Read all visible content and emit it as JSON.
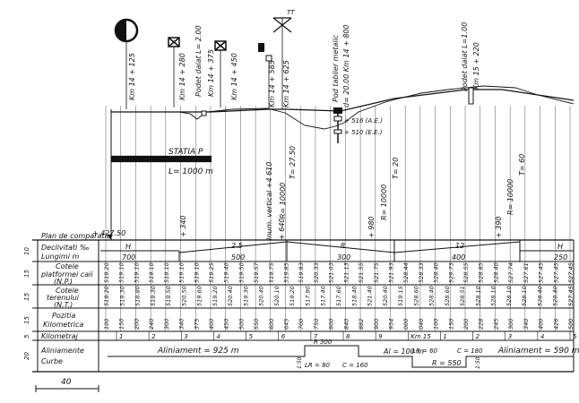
{
  "top_labels": [
    {
      "text": "Km 14 + 125",
      "name": "km-14-125"
    },
    {
      "text": "Km 14 + 280",
      "name": "km-14-280"
    },
    {
      "text": "Podet dalat  L= 2.00",
      "name": "podet-dalat-1"
    },
    {
      "text": "Km 14 + 375",
      "name": "km-14-375"
    },
    {
      "text": "Km 14 + 450",
      "name": "km-14-450"
    },
    {
      "text": "Km 14 + 585",
      "name": "km-14-585"
    },
    {
      "text": "Km 14 + 625",
      "name": "km-14-625"
    },
    {
      "text": "Pod tablier metalic",
      "name": "pod-tablier"
    },
    {
      "text": "d= 20.00  Km 14 + 800",
      "name": "pod-tablier-km"
    },
    {
      "text": "Podet dalat  L=1.00",
      "name": "podet-dalat-2"
    },
    {
      "text": "Km 15 + 220",
      "name": "km-15-220"
    }
  ],
  "symbol_tt": "TT",
  "station": {
    "label": "STATIA  P",
    "length": "L= 1000 m"
  },
  "bridge_marks": [
    "+ 516 (A.E.)",
    "+ 510 (E.E.)"
  ],
  "profile_labels": [
    {
      "text": "+ 427.50",
      "name": "pk-427"
    },
    {
      "text": "+ 340",
      "name": "pk-340"
    },
    {
      "text": "Inum. vertical  +4 610",
      "name": "inum-vertical"
    },
    {
      "text": "+ 640",
      "name": "pk-640"
    },
    {
      "text": "T= 27.50",
      "name": "t-2750"
    },
    {
      "text": "R= 10000",
      "name": "r-10000-a"
    },
    {
      "text": "+ 980",
      "name": "pk-980"
    },
    {
      "text": "R= 10000",
      "name": "r-10000-b"
    },
    {
      "text": "T= 20",
      "name": "t-20"
    },
    {
      "text": "+ 390",
      "name": "pk-390"
    },
    {
      "text": "R= 10000",
      "name": "r-10000-c"
    },
    {
      "text": "T= 60",
      "name": "t-60"
    }
  ],
  "row_labels": {
    "plan": "Plan de comparatie",
    "decliv": "Declivitati ‰",
    "lungimi": "Lungimi  m",
    "cotele_pl": "Cotele",
    "cotele_pl2": "platformei caii",
    "cotele_pl3": "(N.P.)",
    "cotele_t": "Cotele",
    "cotele_t2": "terenului",
    "cotele_t3": "(N.T.)",
    "poz": "Pozitia",
    "poz2": "Kilometrica",
    "km": "Kilometraj",
    "al": "Aliniamente",
    "curbe": "Curbe"
  },
  "row_heights": [
    "10",
    "15",
    "15",
    "15",
    "5",
    "20"
  ],
  "declivities": [
    {
      "sign": "H",
      "value": "700",
      "len": "700"
    },
    {
      "sign": "2.5",
      "value": "",
      "len": "500"
    },
    {
      "sign": "8",
      "value": "",
      "len": "300"
    },
    {
      "sign": "12",
      "value": "",
      "len": "400"
    },
    {
      "sign": "H",
      "value": "",
      "len": "250"
    }
  ],
  "np": [
    "519.20",
    "519.10",
    "519.10",
    "519.10",
    "519.10",
    "519.10",
    "519.10",
    "519.25",
    "519.40",
    "519.50",
    "519.57",
    "519.75",
    "519.85",
    "519.93",
    "520.33",
    "521.03",
    "521.13",
    "521.55",
    "521.75",
    "521.93",
    "528.44",
    "528.33",
    "528.40",
    "529.73",
    "528.55",
    "528.85",
    "528.40",
    "527.74",
    "527.61",
    "527.45",
    "527.45",
    "527.45"
  ],
  "nt": [
    "519.20",
    "519.30",
    "518.80",
    "519.30",
    "519.50",
    "520.50",
    "519.60",
    "519.20",
    "520.40",
    "519.30",
    "520.40",
    "520.10",
    "519.20",
    "517.90",
    "517.40",
    "517.60",
    "518.40",
    "521.40",
    "520.40",
    "519.15",
    "528.60",
    "528.40",
    "528.60",
    "528.51",
    "528.10",
    "528.10",
    "528.10",
    "528.10",
    "528.40",
    "528.40",
    "527.45"
  ],
  "poz_km": [
    "100",
    "150",
    "200",
    "240",
    "300",
    "340",
    "375",
    "400",
    "450",
    "500",
    "550",
    "600",
    "645",
    "700",
    "750",
    "800",
    "840",
    "882",
    "900",
    "954",
    "000",
    "040",
    "100",
    "150",
    "200",
    "228",
    "245",
    "300",
    "340",
    "400",
    "426",
    "500"
  ],
  "kilometraj": [
    "1",
    "2",
    "3",
    "4",
    "5",
    "6",
    "7",
    "8",
    "9",
    "Km 15",
    "1",
    "2",
    "3",
    "4",
    "5"
  ],
  "alignment": {
    "al1": "Aliniament = 925 m",
    "al2": "Al = 100 m",
    "al3": "Aliniament = 590 m",
    "curve1_r": "R 300",
    "curve1_lr": "LR = 80",
    "curve1_c": "C = 160",
    "curve1_d": "1:50",
    "curve2_lr": "LR = 60",
    "curve2_r": "R = 550",
    "curve2_c": "C = 180",
    "curve2_d": "1:50"
  },
  "scale": "40"
}
